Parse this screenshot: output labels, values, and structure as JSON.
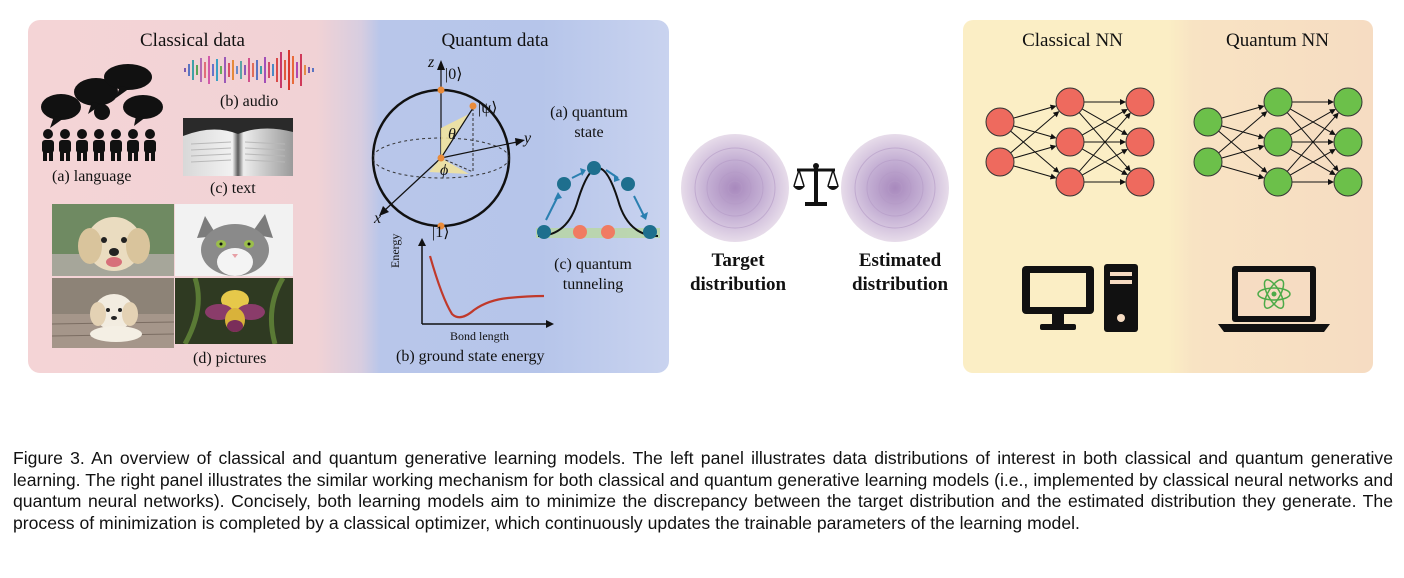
{
  "left_panel": {
    "classical_title": "Classical data",
    "quantum_title": "Quantum data",
    "language_label": "(a) language",
    "audio_label": "(b) audio",
    "text_label": "(c) text",
    "pictures_label": "(d) pictures",
    "quantum_state_label_1": "(a) quantum",
    "quantum_state_label_2": "state",
    "tunneling_label_1": "(c) quantum",
    "tunneling_label_2": "tunneling",
    "ground_state_label": "(b) ground state energy",
    "energy_axis": "Energy",
    "bond_axis": "Bond length",
    "bloch_z": "z",
    "bloch_x": "x",
    "bloch_y": "y",
    "ket0": "|0⟩",
    "ket1": "|1⟩",
    "ketpsi": "|ψ⟩",
    "theta": "θ",
    "phi": "ϕ"
  },
  "middle": {
    "target_1": "Target",
    "target_2": "distribution",
    "estimated_1": "Estimated",
    "estimated_2": "distribution"
  },
  "right_panel": {
    "classical_nn_title": "Classical NN",
    "quantum_nn_title": "Quantum NN"
  },
  "colors": {
    "classical_node": "#ee6a5e",
    "quantum_node": "#6cc04a",
    "bloch_state_dot": "#e98b3a",
    "tunnel_ball": "#1e6f8e",
    "tunnel_ball_red": "#f07b62",
    "dist_disc": "#c8b6d8"
  },
  "caption": "Figure 3.  An overview of classical and quantum generative learning models. The left panel illustrates data distributions of interest in both classical and quantum generative learning. The right panel illustrates the similar working mechanism for both classical and quantum generative learning models (i.e., implemented by classical neural networks and quantum neural networks). Concisely, both learning models aim to minimize the discrepancy between the target distribution and the estimated distribution they generate. The process of minimization is completed by a classical optimizer, which continuously updates the trainable parameters of the learning model."
}
